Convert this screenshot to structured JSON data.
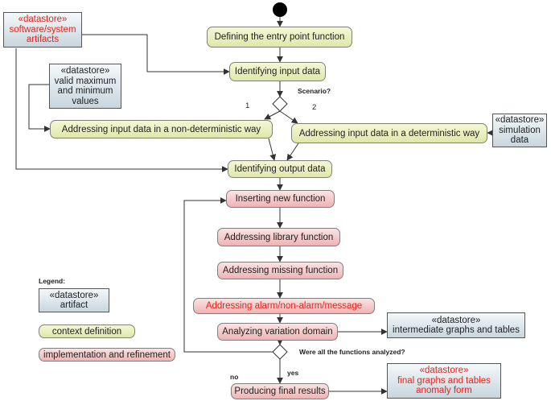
{
  "colors": {
    "context_fill": "#e6ecb4",
    "impl_fill": "#f3c4c4",
    "datastore_fill": "#d8e4ea",
    "highlight_text": "#e8221b",
    "arrow": "#333333"
  },
  "datastores": {
    "software": {
      "stereo": "«datastore»",
      "line1": "software/system",
      "line2": "artifacts"
    },
    "valid_max": {
      "stereo": "«datastore»",
      "line1": "valid maximum",
      "line2": "and minimum",
      "line3": "values"
    },
    "simulation": {
      "stereo": "«datastore»",
      "line1": "simulation",
      "line2": "data"
    },
    "intermediate": {
      "stereo": "«datastore»",
      "line1": "intermediate graphs and tables"
    },
    "final": {
      "stereo": "«datastore»",
      "line1": "final graphs and tables",
      "line2": "anomaly form"
    }
  },
  "activities": {
    "entry_point": "Defining the entry point function",
    "input_data": "Identifying input data",
    "non_deterministic": "Addressing input data in a non-deterministic way",
    "deterministic": "Addressing input data in a deterministic way",
    "output_data": "Identifying output data",
    "inserting": "Inserting new function",
    "library": "Addressing library function",
    "missing": "Addressing missing function",
    "alarm": "Addressing alarm/non-alarm/message",
    "variation": "Analyzing variation domain",
    "final_results": "Producing final results"
  },
  "labels": {
    "scenario": "Scenario?",
    "branch1": "1",
    "branch2": "2",
    "all_analyzed": "Were all the functions analyzed?",
    "no": "no",
    "yes": "yes"
  },
  "legend": {
    "title": "Legend:",
    "artifact_stereo": "«datastore»",
    "artifact": "artifact",
    "context": "context definition",
    "impl": "implementation and refinement"
  }
}
